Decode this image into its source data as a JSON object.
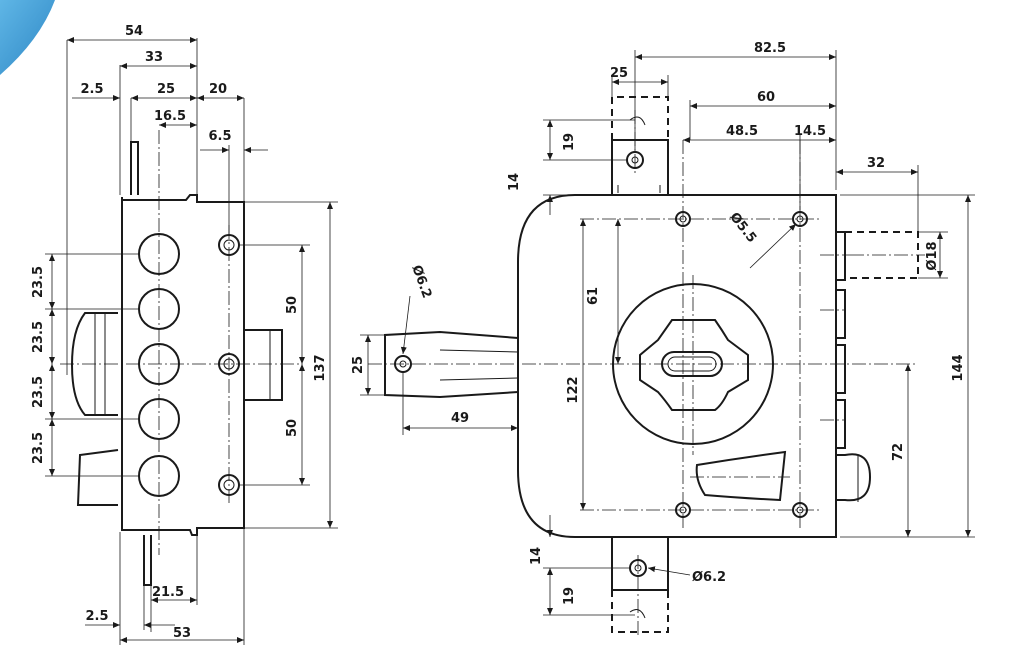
{
  "left_view": {
    "width_overall": "54",
    "width_cases": "33",
    "offset_front": "2.5",
    "cylinder_case": "25",
    "right_gap": "20",
    "bolt_center": "16.5",
    "screw_offset": "6.5",
    "bolt_pitch_1": "23.5",
    "bolt_pitch_2": "23.5",
    "bolt_pitch_3": "23.5",
    "bolt_pitch_4": "23.5",
    "upper_screw_to_center": "50",
    "lower_screw_to_center": "50",
    "height_overall": "137",
    "bottom_offset": "2.5",
    "bottom_inner": "21.5",
    "bottom_width": "53"
  },
  "right_view": {
    "width_overall": "82.5",
    "width_60": "60",
    "width_48_5": "48.5",
    "width_14_5": "14.5",
    "tab_width": "25",
    "tab_height_top": "19",
    "tab_top_gap": "14",
    "tab_bottom_gap": "14",
    "tab_height_bottom": "19",
    "hole_label": "Ø5.5",
    "right_protrusion": "32",
    "pin_diameter": "Ø18",
    "height_144": "144",
    "height_72": "72",
    "height_122": "122",
    "height_61": "61",
    "lever_hole": "Ø6.2",
    "lever_width": "25",
    "lever_length": "49",
    "bottom_hole": "Ø6.2"
  },
  "colors": {
    "line": "#1a1a1a",
    "corner_accent": "#3aa0d8"
  }
}
